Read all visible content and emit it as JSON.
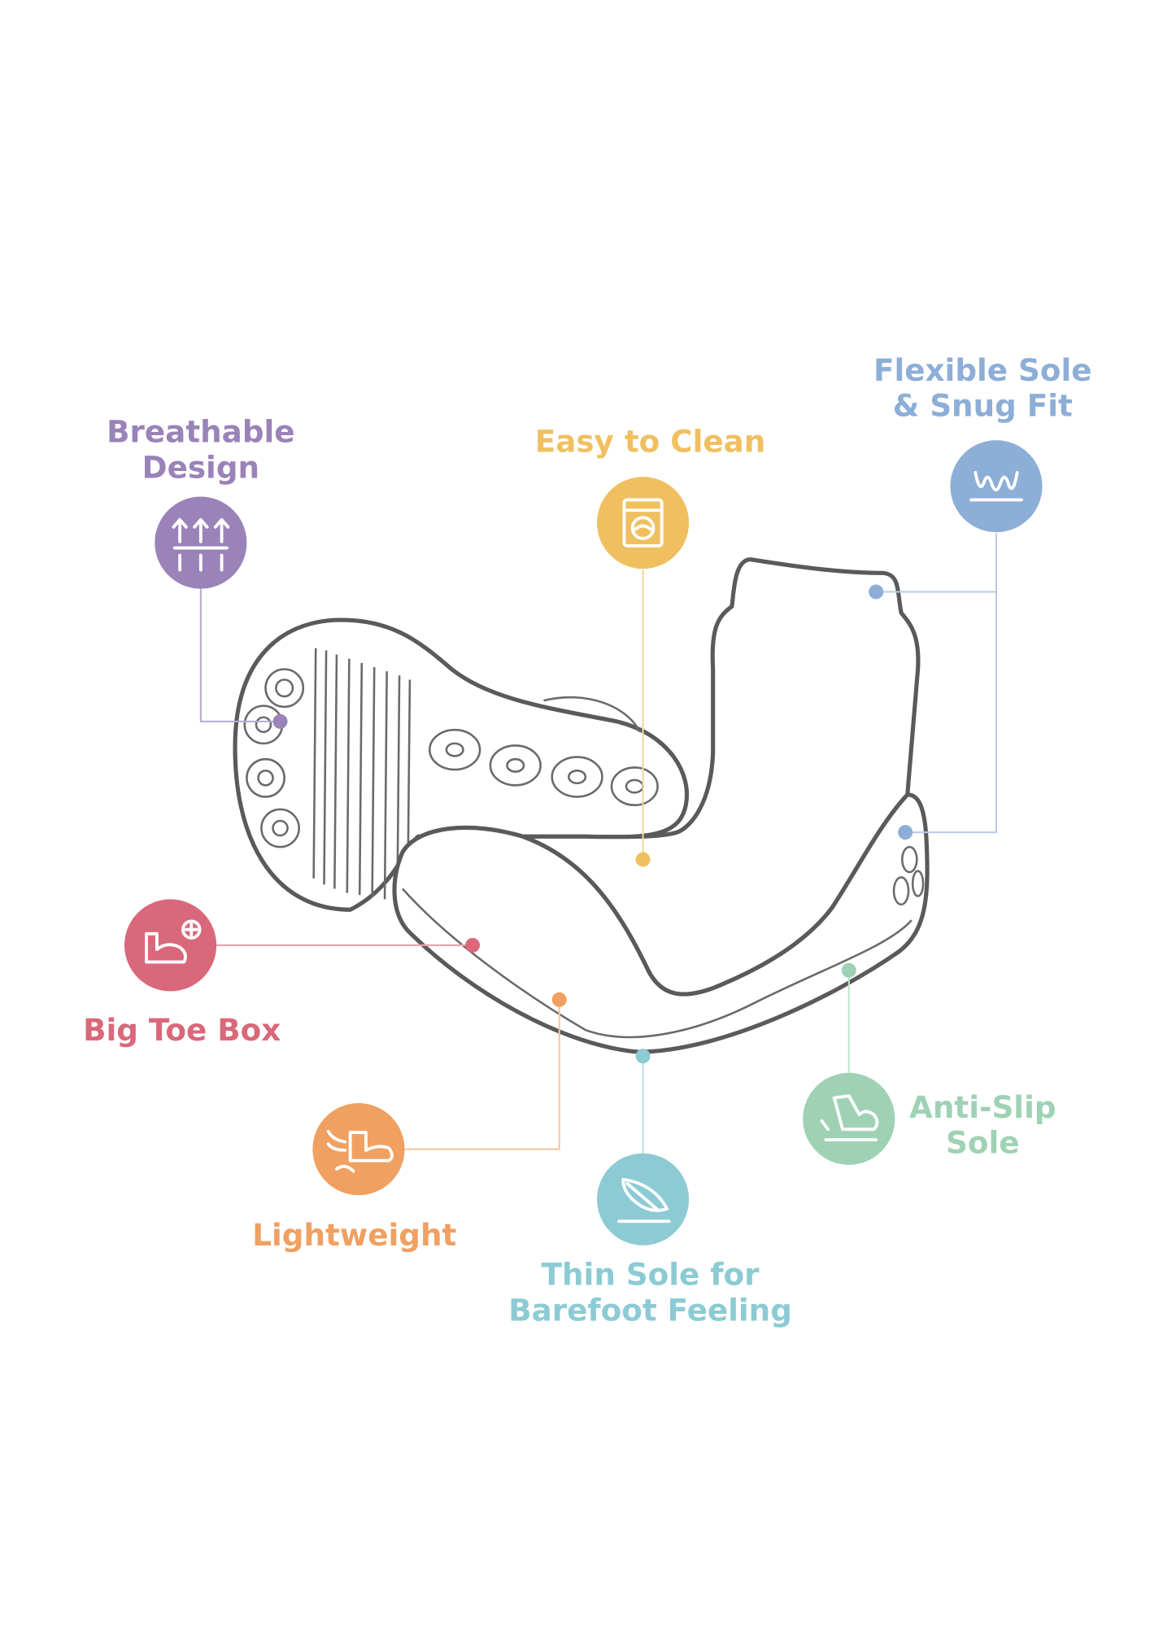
{
  "features": {
    "breathable": {
      "line1": "Breathable",
      "line2": "Design",
      "color": "#9a83b8",
      "icon": "breathable-arrows-icon"
    },
    "easy_clean": {
      "line1": "Easy to Clean",
      "color": "#f0c060",
      "icon": "washing-machine-icon"
    },
    "flexible": {
      "line1": "Flexible Sole",
      "line2": "& Snug Fit",
      "color": "#8daed6",
      "icon": "wave-flex-icon"
    },
    "big_toe": {
      "line1": "Big Toe Box",
      "color": "#d9687a",
      "icon": "toe-box-plus-icon"
    },
    "lightweight": {
      "line1": "Lightweight",
      "color": "#f0a060",
      "icon": "winged-shoe-icon"
    },
    "thin_sole": {
      "line1": "Thin Sole for",
      "line2": "Barefoot Feeling",
      "color": "#8ccbd4",
      "icon": "feather-icon"
    },
    "anti_slip": {
      "line1": "Anti-Slip",
      "line2": "Sole",
      "color": "#9fd2b4",
      "icon": "shoe-grip-icon"
    }
  }
}
